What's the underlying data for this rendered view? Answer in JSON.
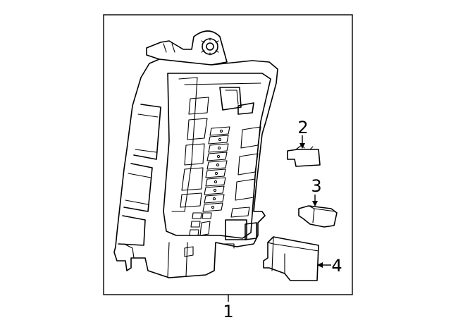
{
  "callouts": {
    "part1": "1",
    "part2": "2",
    "part3": "3",
    "part4": "4"
  }
}
